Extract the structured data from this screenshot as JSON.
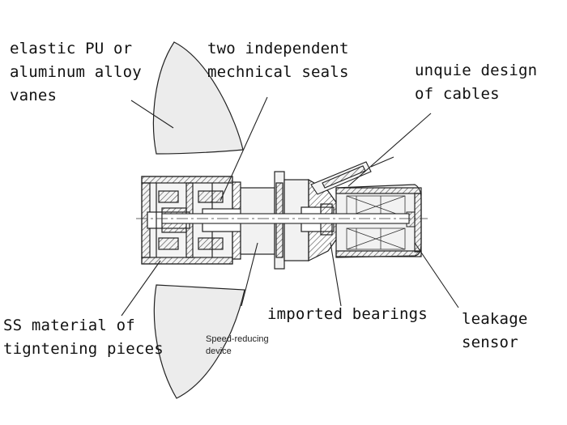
{
  "labels": {
    "vanes": "elastic PU or\naluminum alloy\nvanes",
    "seals": "two independent\nmechnical seals",
    "cables": "unquie design\nof cables",
    "bearings": "imported bearings",
    "leakage": "leakage\nsensor",
    "ss_material": "SS material of\ntigntening pieces",
    "speed_reducer": "Speed-reducing\ndevice"
  },
  "colors": {
    "line": "#222222",
    "fill": "#ececec",
    "hatch": "#444444",
    "background": "#ffffff"
  }
}
